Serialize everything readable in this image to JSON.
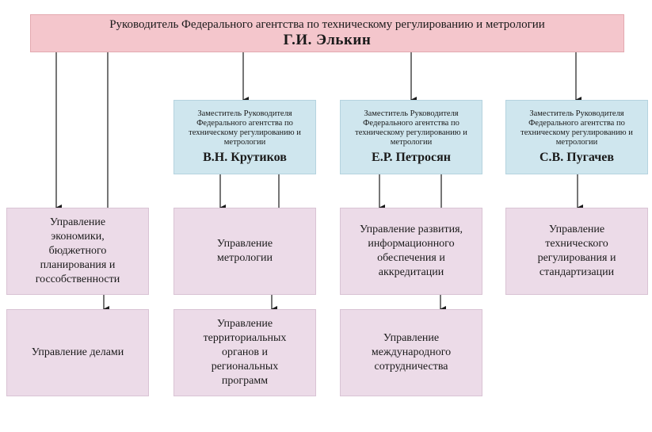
{
  "head": {
    "title": "Руководитель Федерального агентства по техническому регулированию и метрологии",
    "name": "Г.И. Элькин"
  },
  "deputies": [
    {
      "role": "Заместитель Руководителя Федерального агентства по техническому регулированию и метрологии",
      "name": "В.Н. Крутиков"
    },
    {
      "role": "Заместитель Руководителя Федерального агентства по техническому регулированию и метрологии",
      "name": "Е.Р. Петросян"
    },
    {
      "role": "Заместитель Руководителя Федерального агентства по техническому регулированию и метрологии",
      "name": "С.В. Пугачев"
    }
  ],
  "departments": {
    "economy": "Управление\nэкономики,\nбюджетного\nпланирования и\nгоссобственности",
    "affairs": "Управление делами",
    "metrology": "Управление\nметрологии",
    "territorial": "Управление\nтерриториальных\nорганов и\nрегиональных\nпрограмм",
    "development": "Управление развития,\nинформационного\nобеспечения и\nаккредитации",
    "international": "Управление\nмеждународного\nсотрудничества",
    "technical": "Управление\nтехнического\nрегулирования и\nстандартизации"
  },
  "colors": {
    "head_bg": "#f4c6cc",
    "deputy_bg": "#cfe6ee",
    "department_bg": "#ecdbe8",
    "line": "#1a1a1a"
  }
}
